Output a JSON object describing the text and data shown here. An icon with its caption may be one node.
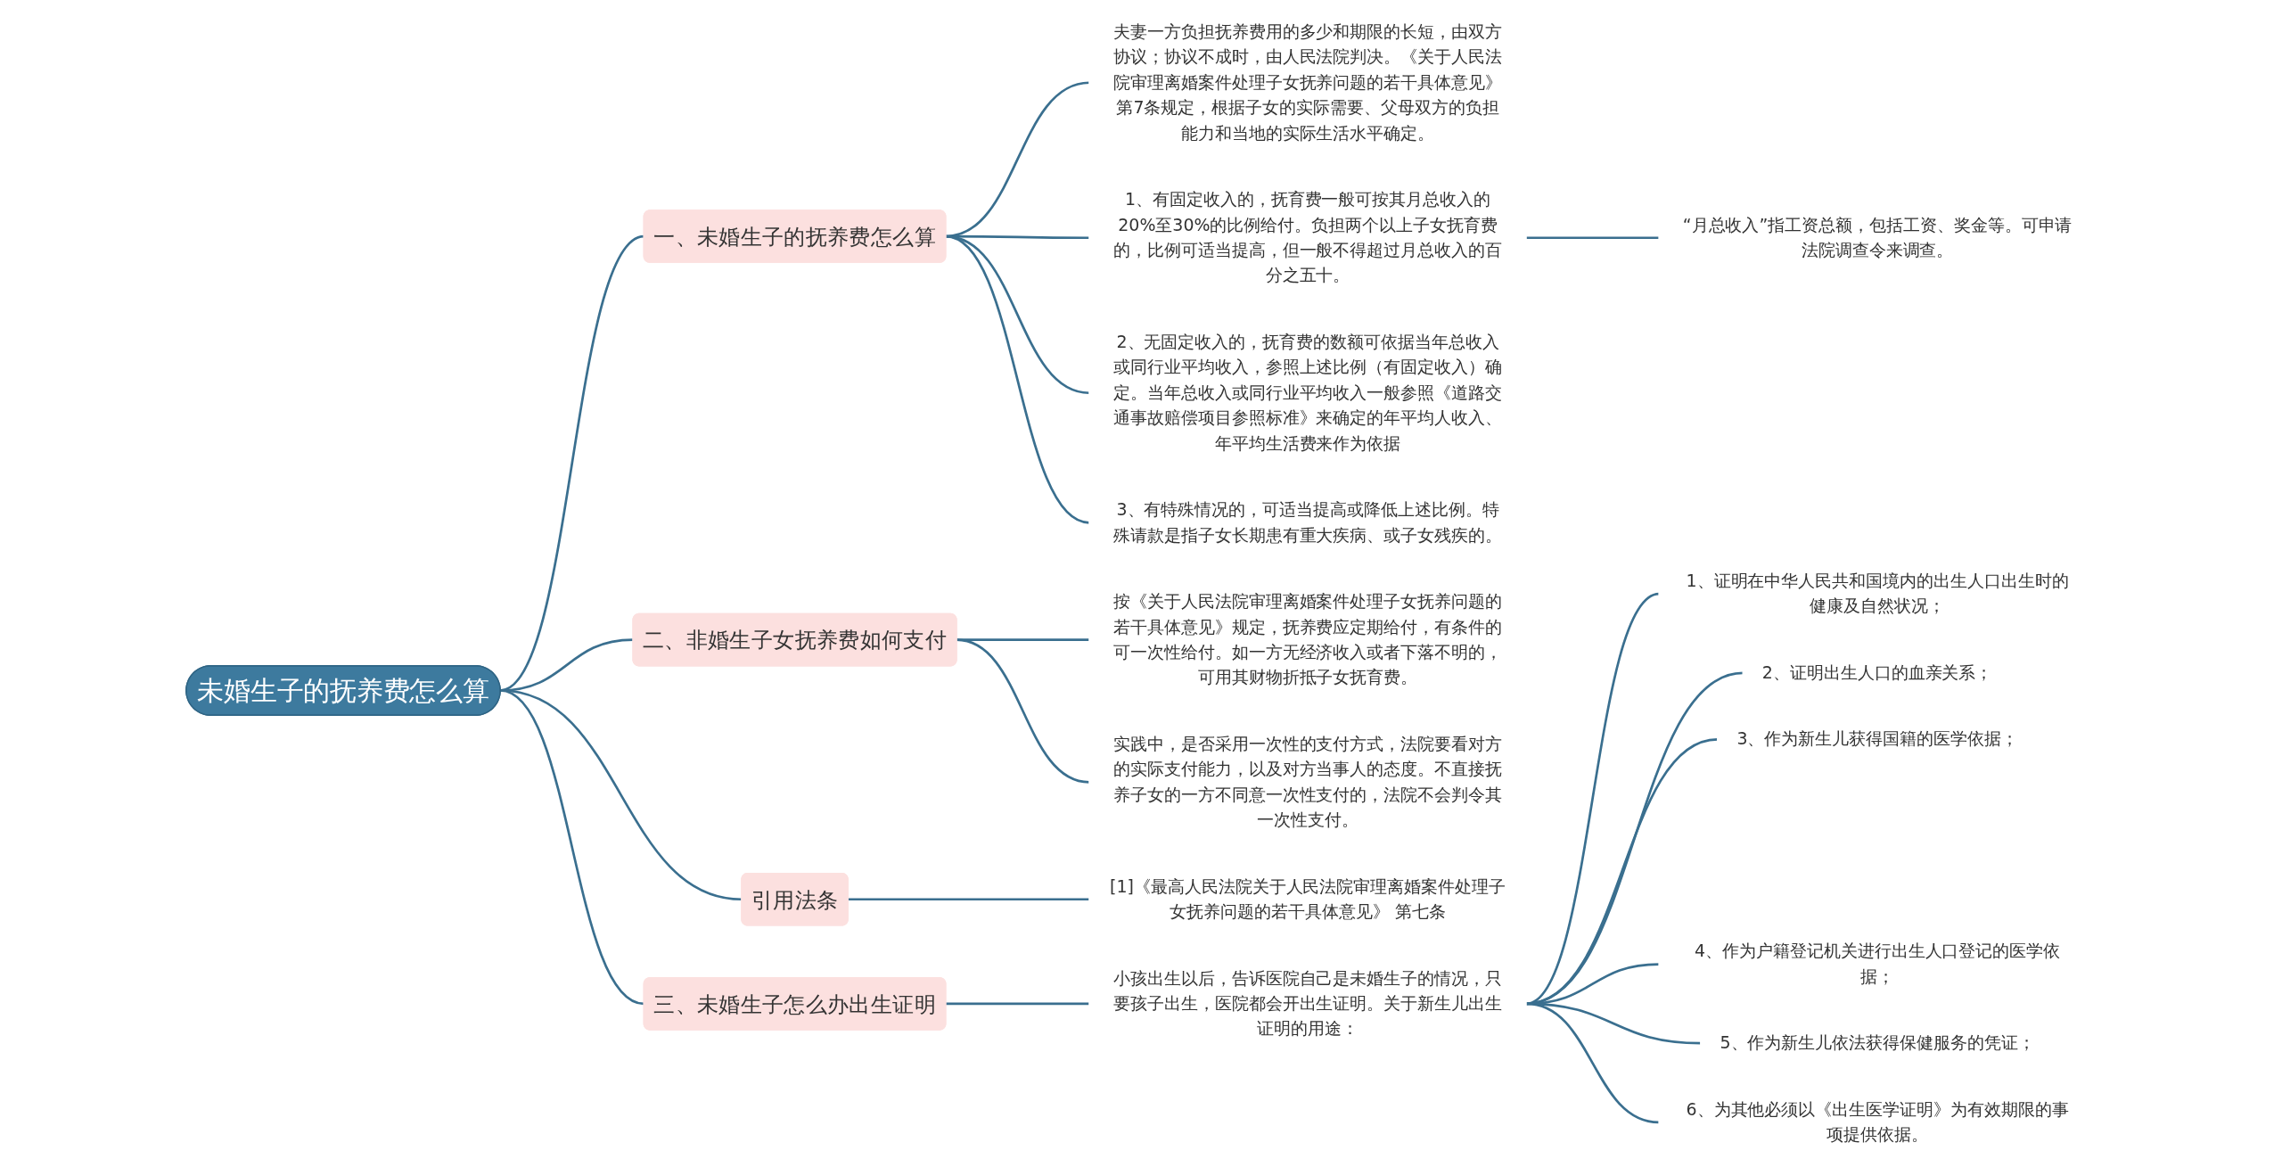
{
  "diagram": {
    "nodes": [
      {
        "text": [
          "未婚生子的抚养费怎么算"
        ]
      },
      {
        "text": [
          "一、未婚生子的抚养费怎么算"
        ]
      },
      {
        "text": [
          "夫妻一方负担抚养费用的多少和期限的长短，由双方协议；协议不成时，由人民法院判决。《关于人民法院审理离婚案件处理子女抚养问题的若干具体意见》第7条规定，根据子女的实际需要、父母双方的负担能力和当地的实际生活水平确定。"
        ]
      },
      {
        "text": [
          "1、有固定收入的，抚育费一般可按其月总收入的20%至30%的比例给付。负担两个以上子女抚育费的，比例可适当提高，但一般不得超过月总收入的百分之五十。"
        ]
      },
      {
        "text": [
          "“月总收入”指工资总额，包括工资、奖金等。可申请法院调查令来调查。"
        ]
      },
      {
        "text": [
          "2、无固定收入的，抚育费的数额可依据当年总收入或同行业平均收入，参照上述比例（有固定收入）确定。当年总收入或同行业平均收入一般参照《道路交通事故赔偿项目参照标准》来确定的年平均人收入、年平均生活费来作为依据"
        ]
      },
      {
        "text": [
          "3、有特殊情况的，可适当提高或降低上述比例。特殊请款是指子女长期患有重大疾病、或子女残疾的。"
        ]
      },
      {
        "text": [
          "二、非婚生子女抚养费如何支付"
        ]
      },
      {
        "text": [
          "按《关于人民法院审理离婚案件处理子女抚养问题的若干具体意见》规定，抚养费应定期给付，有条件的可一次性给付。如一方无经济收入或者下落不明的，可用其财物折抵子女抚育费。"
        ]
      },
      {
        "text": [
          "实践中，是否采用一次性的支付方式，法院要看对方的实际支付能力，以及对方当事人的态度。不直接抚养子女的一方不同意一次性支付的，法院不会判令其一次性支付。"
        ]
      },
      {
        "text": [
          "引用法条"
        ]
      },
      {
        "text": [
          "[1]《最高人民法院关于人民法院审理离婚案件处理子女抚养问题的若干具体意见》 第七条"
        ]
      },
      {
        "text": [
          "三、未婚生子怎么办出生证明"
        ]
      },
      {
        "text": [
          "小孩出生以后，告诉医院自己是未婚生子的情况，只要孩子出生，医院都会开出生证明。关于新生儿出生证明的用途："
        ]
      },
      {
        "text": [
          "1、证明在中华人民共和国境内的出生人口出生时的健康及自然状况；"
        ]
      },
      {
        "text": [
          "2、证明出生人口的血亲关系；"
        ]
      },
      {
        "text": [
          "3、作为新生儿获得国籍的医学依据；"
        ]
      },
      {
        "text": [
          "4、作为户籍登记机关进行出生人口登记的医学依据；"
        ]
      },
      {
        "text": [
          "5、作为新生儿依法获得保健服务的凭证；"
        ]
      },
      {
        "text": [
          "6、为其他必须以《出生医学证明》为有效期限的事项提供依据。"
        ]
      }
    ],
    "edges": [
      {
        "from": 0,
        "to": 1,
        "arrow": "none"
      },
      {
        "from": 1,
        "to": 2,
        "arrow": "none"
      },
      {
        "from": 1,
        "to": 3,
        "arrow": "none"
      },
      {
        "from": 3,
        "to": 4,
        "arrow": "none"
      },
      {
        "from": 1,
        "to": 5,
        "arrow": "none"
      },
      {
        "from": 1,
        "to": 6,
        "arrow": "none"
      },
      {
        "from": 0,
        "to": 7,
        "arrow": "none"
      },
      {
        "from": 7,
        "to": 8,
        "arrow": "none"
      },
      {
        "from": 7,
        "to": 9,
        "arrow": "none"
      },
      {
        "from": 0,
        "to": 10,
        "arrow": "none"
      },
      {
        "from": 10,
        "to": 11,
        "arrow": "none"
      },
      {
        "from": 0,
        "to": 12,
        "arrow": "none"
      },
      {
        "from": 12,
        "to": 13,
        "arrow": "none"
      },
      {
        "from": 13,
        "to": 14,
        "arrow": "none"
      },
      {
        "from": 13,
        "to": 15,
        "arrow": "none"
      },
      {
        "from": 13,
        "to": 16,
        "arrow": "none"
      },
      {
        "from": 13,
        "to": 17,
        "arrow": "none"
      },
      {
        "from": 13,
        "to": 18,
        "arrow": "none"
      },
      {
        "from": 13,
        "to": 19,
        "arrow": "none"
      }
    ]
  }
}
